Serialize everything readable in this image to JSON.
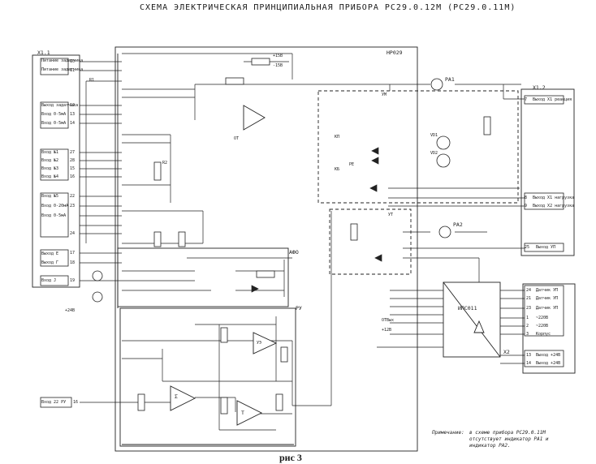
{
  "title": "СХЕМА   ЭЛЕКТРИЧЕСКАЯ   ПРИНЦИПИАЛЬНАЯ   ПРИБОРА  РС29.0.12М (РС29.0.11М)",
  "caption": "рис 3",
  "blocks": {
    "main_board": "НР029",
    "afo": "АФО",
    "ru": "РУ",
    "um": "УМ",
    "ut": "УТ",
    "ips": "ИПС011"
  },
  "connectors": {
    "x11": "Х1.1",
    "x12": "Х1.2",
    "x2": "Х2"
  },
  "meters": {
    "pa1": "РА1",
    "pa2": "РА2"
  },
  "left_terminals": [
    {
      "label": "Питание задатчика",
      "pin": "10"
    },
    {
      "label": "Питание задатчика",
      "pin": "11"
    },
    {
      "label": "Выход задатчика",
      "pin": "12"
    },
    {
      "label": "Вход 0-5мА",
      "pin": "13"
    },
    {
      "label": "Вход 0-5мА",
      "pin": "14"
    },
    {
      "label": "Вход №1",
      "pin": "27"
    },
    {
      "label": "Вход №2",
      "pin": "28"
    },
    {
      "label": "Вход №3",
      "pin": "15"
    },
    {
      "label": "Вход №4",
      "pin": "16"
    },
    {
      "label": "Вход №5",
      "pin": "22"
    },
    {
      "label": "Вход 0-20мА",
      "pin": "23"
    },
    {
      "label": "Вход 0-5мА",
      "pin": "24"
    },
    {
      "label": "Выход Е",
      "pin": "17"
    },
    {
      "label": "Выход Г",
      "pin": "18"
    },
    {
      "label": "Вход J",
      "pin": "19"
    },
    {
      "label": "Вход 22 РУ",
      "pin": "16"
    }
  ],
  "right_terminals": [
    {
      "label": "Выход Х1 реакция",
      "pin": "7"
    },
    {
      "label": "Выход Х1 нагрузка",
      "pin": "8"
    },
    {
      "label": "Выход Х2 нагрузка",
      "pin": "9"
    },
    {
      "label": "Выход УП",
      "pin": "25"
    }
  ],
  "ips_terminals": [
    {
      "label": "Датчик УП",
      "pin": "24"
    },
    {
      "label": "Датчик УП",
      "pin": "21"
    },
    {
      "label": "Датчик УП",
      "pin": "23"
    },
    {
      "label": "~220В",
      "pin": "1"
    },
    {
      "label": "~220В",
      "pin": "2"
    },
    {
      "label": "Корпус",
      "pin": "3"
    },
    {
      "label": "Выход +24В",
      "pin": "13"
    },
    {
      "label": "Выход +24В",
      "pin": "14"
    }
  ],
  "components": {
    "r1": "R1",
    "r2": "R2",
    "kp": "КП",
    "kb": "КБ",
    "pe": "РЕ",
    "vd1": "VD1",
    "vd2": "VD2",
    "sigma": "Σ",
    "t": "Т",
    "uy": "УЭ",
    "plus15": "+15В",
    "minus15": "-15В",
    "plus24": "+24В",
    "plus12": "+12В",
    "ot": "ОТ",
    "ot2": "ОТВых"
  },
  "note": {
    "title": "Примечание:",
    "line1": "в схеме прибора  РС29.0.11М",
    "line2": "отсутствует индикатор  РА1 и",
    "line3": "индикатор  РА2."
  }
}
